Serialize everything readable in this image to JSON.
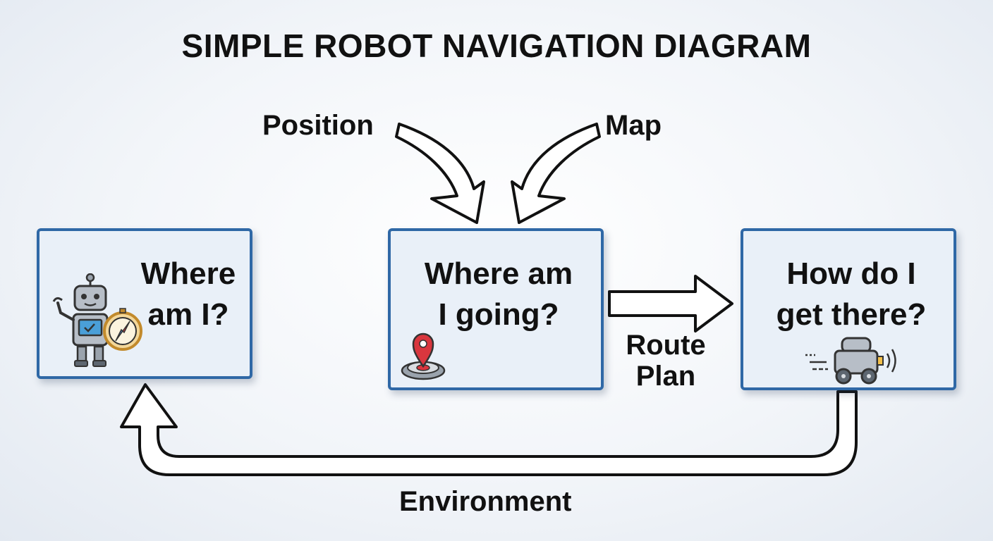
{
  "title": "SIMPLE ROBOT NAVIGATION DIAGRAM",
  "inputs": {
    "position": "Position",
    "map": "Map"
  },
  "boxes": {
    "where_am_i": {
      "line1": "Where",
      "line2": "am I?"
    },
    "where_going": {
      "line1": "Where am",
      "line2": "I going?"
    },
    "how_get_there": {
      "line1": "How do I",
      "line2": "get there?"
    }
  },
  "route_plan": {
    "line1": "Route",
    "line2": "Plan"
  },
  "feedback_label": "Environment",
  "icons": {
    "box1": "robot-compass-icon",
    "box2": "map-pin-icon",
    "box3": "moving-robot-icon"
  },
  "colors": {
    "box_border": "#2f68a6",
    "box_fill": "#e9f0f8",
    "pin": "#d9363e"
  }
}
